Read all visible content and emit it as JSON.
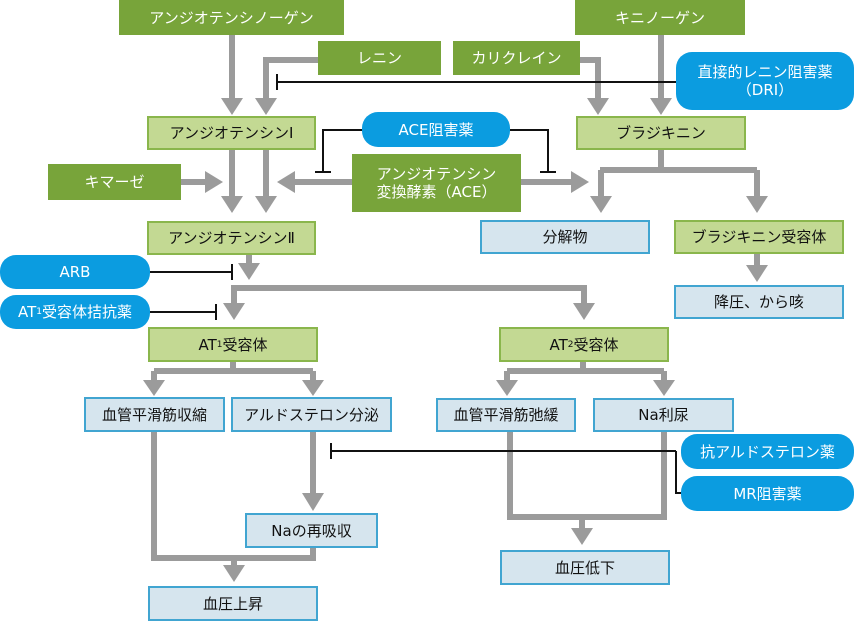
{
  "diagram": {
    "title": "Renin-Angiotensin-Aldosterone and Kallikrein-Kinin pathways",
    "colors": {
      "enzyme": "#78a43a",
      "substance": "#c3d993",
      "substance_border": "#8ab64c",
      "outcome": "#d6e5ee",
      "outcome_border": "#41a5d1",
      "drug": "#0b9ce0",
      "arrow": "#9b9b9b",
      "inhibit_line": "#111111"
    },
    "nodes": {
      "angiotensinogen": "アンジオテンシノーゲン",
      "kininogen": "キニノーゲン",
      "renin": "レニン",
      "kallikrein": "カリクレイン",
      "dri_line1": "直接的レニン阻害薬",
      "dri_line2": "（DRI）",
      "angiotensin1": "アンジオテンシンⅠ",
      "ace_inhibitor": "ACE阻害薬",
      "bradykinin": "ブラジキニン",
      "chymase": "キマーゼ",
      "ace_line1": "アンジオテンシン",
      "ace_line2": "変換酵素（ACE）",
      "degradation": "分解物",
      "bradykinin_receptor": "ブラジキニン受容体",
      "angiotensin2": "アンジオテンシンⅡ",
      "arb": "ARB",
      "at1_antagonist_pre": "AT",
      "at1_antagonist_sub": "1",
      "at1_antagonist_post": "受容体拮抗薬",
      "hypotension_cough": "降圧、から咳",
      "at1_pre": "AT",
      "at1_sub": "1",
      "at1_post": "受容体",
      "at2_pre": "AT",
      "at2_sub": "2",
      "at2_post": "受容体",
      "vasoconstriction": "血管平滑筋収縮",
      "aldosterone_secretion": "アルドステロン分泌",
      "vasorelaxation": "血管平滑筋弛緩",
      "na_diuresis": "Na利尿",
      "anti_aldosterone": "抗アルドステロン薬",
      "mr_blocker": "MR阻害薬",
      "na_reabsorption": "Naの再吸収",
      "bp_increase": "血圧上昇",
      "bp_decrease": "血圧低下"
    }
  }
}
